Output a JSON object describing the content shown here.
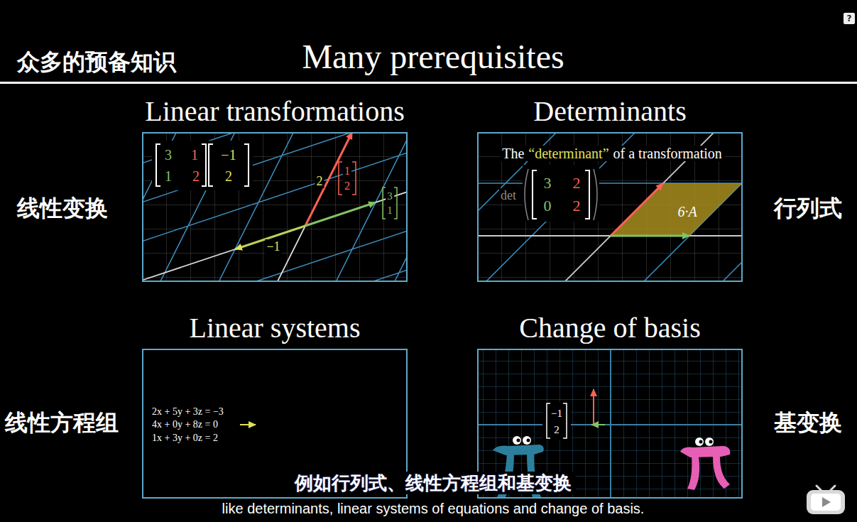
{
  "diagram": {
    "title": "Many prerequisites",
    "nodes": [
      {
        "text": [
          "Linear transformations"
        ]
      },
      {
        "text": [
          "Determinants"
        ]
      },
      {
        "text": [
          "Linear systems"
        ]
      },
      {
        "text": [
          "Change of basis"
        ]
      }
    ],
    "labels": [
      "众多的预备知识",
      "线性变换",
      "行列式",
      "线性方程组",
      "基变换",
      "3",
      "1",
      "1",
      "2",
      "−1",
      "2",
      "2",
      "1",
      "2",
      "3",
      "1",
      "−1",
      "The",
      "“determinant”",
      "of a transformation",
      "det",
      "3",
      "2",
      "0",
      "2",
      "6·A",
      "2x + 5y + 3z = −3",
      "4x + 0y + 8z = 0",
      "1x + 3y + 0z = 2",
      "−1",
      "2",
      "例如行列式、线性方程组和基变换",
      "like determinants, linear systems of equations and change of basis.",
      "?"
    ]
  }
}
